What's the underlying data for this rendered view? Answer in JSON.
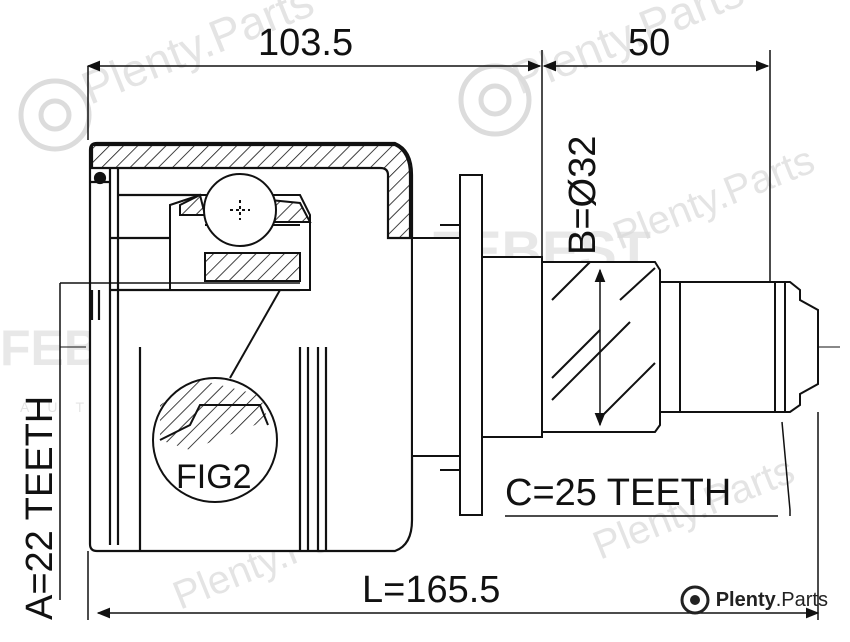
{
  "diagram": {
    "dim_top_left": "103.5",
    "dim_top_right": "50",
    "dim_b": "B=Ø32",
    "dim_a": "A=22 TEETH",
    "dim_c": "C=25 TEETH",
    "dim_l": "L=165.5",
    "fig_label": "FIG2"
  },
  "watermark": {
    "text": "Plenty.Parts",
    "logo_text": "FEBEST",
    "sub_text": "AUTOPARTS"
  },
  "brand": {
    "name": "Plenty",
    "suffix": ".Parts"
  },
  "colors": {
    "line": "#111111",
    "watermark": "#d9d9d9",
    "background": "#ffffff"
  }
}
